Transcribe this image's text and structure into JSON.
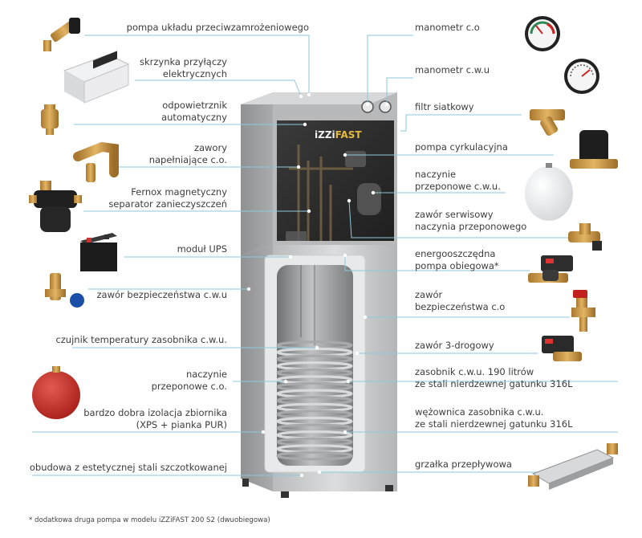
{
  "labels_left": [
    {
      "id": "pompa-ukladu",
      "lines": [
        "pompa układu przeciwzamrożeniowego"
      ]
    },
    {
      "id": "skrzynka",
      "lines": [
        "skrzynka przyłączy",
        "elektrycznych"
      ]
    },
    {
      "id": "odpowietrznik",
      "lines": [
        "odpowietrznik",
        "automatyczny"
      ]
    },
    {
      "id": "zawory-napelniajace",
      "lines": [
        "zawory",
        "napełniające c.o."
      ]
    },
    {
      "id": "fernox",
      "lines": [
        "Fernox magnetyczny",
        "separator zanieczyszczeń"
      ]
    },
    {
      "id": "modul-ups",
      "lines": [
        "moduł UPS"
      ]
    },
    {
      "id": "zawor-bezp-cwu",
      "lines": [
        "zawór bezpieczeństwa c.w.u"
      ]
    },
    {
      "id": "czujnik",
      "lines": [
        "czujnik temperatury zasobnika c.w.u."
      ]
    },
    {
      "id": "naczynie-co",
      "lines": [
        "naczynie",
        "przeponowe c.o."
      ]
    },
    {
      "id": "izolacja",
      "lines": [
        "bardzo dobra izolacja zbiornika",
        "(XPS + pianka PUR)"
      ]
    },
    {
      "id": "obudowa",
      "lines": [
        "obudowa z estetycznej stali szczotkowanej"
      ]
    }
  ],
  "labels_right": [
    {
      "id": "manometr-co",
      "lines": [
        "manometr c.o"
      ]
    },
    {
      "id": "manometr-cwu",
      "lines": [
        "manometr c.w.u"
      ]
    },
    {
      "id": "filtr",
      "lines": [
        "filtr siatkowy"
      ]
    },
    {
      "id": "pompa-cyrk",
      "lines": [
        "pompa cyrkulacyjna"
      ]
    },
    {
      "id": "naczynie-cwu",
      "lines": [
        "naczynie",
        "przeponowe c.w.u."
      ]
    },
    {
      "id": "zawor-serwisowy",
      "lines": [
        "zawór serwisowy",
        "naczynia przeponowego"
      ]
    },
    {
      "id": "pompa-obiegowa",
      "lines": [
        "energooszczędna",
        "pompa obiegowa*"
      ]
    },
    {
      "id": "zawor-bezp-co",
      "lines": [
        "zawór",
        "bezpieczeństwa c.o"
      ]
    },
    {
      "id": "zawor-3drog",
      "lines": [
        "zawór 3-drogowy"
      ]
    },
    {
      "id": "zasobnik",
      "lines": [
        "zasobnik c.w.u. 190 litrów",
        "ze stali nierdzewnej gatunku 316L"
      ]
    },
    {
      "id": "wezownica",
      "lines": [
        "wężownica zasobnika c.w.u.",
        "ze stali nierdzewnej gatunku 316L"
      ]
    },
    {
      "id": "grzalka",
      "lines": [
        "grzałka przepływowa"
      ]
    }
  ],
  "brand": {
    "prefix": "iZZi",
    "suffix": "FAST"
  },
  "footnote": "*  dodatkowa druga pompa w modelu iZZiFAST 200 S2 (dwuobiegowa)",
  "colors": {
    "leader_line": "#8ec9dc",
    "text": "#3d3d3d",
    "panel": "#2b2b2b",
    "steel": "#c9cbcd"
  }
}
